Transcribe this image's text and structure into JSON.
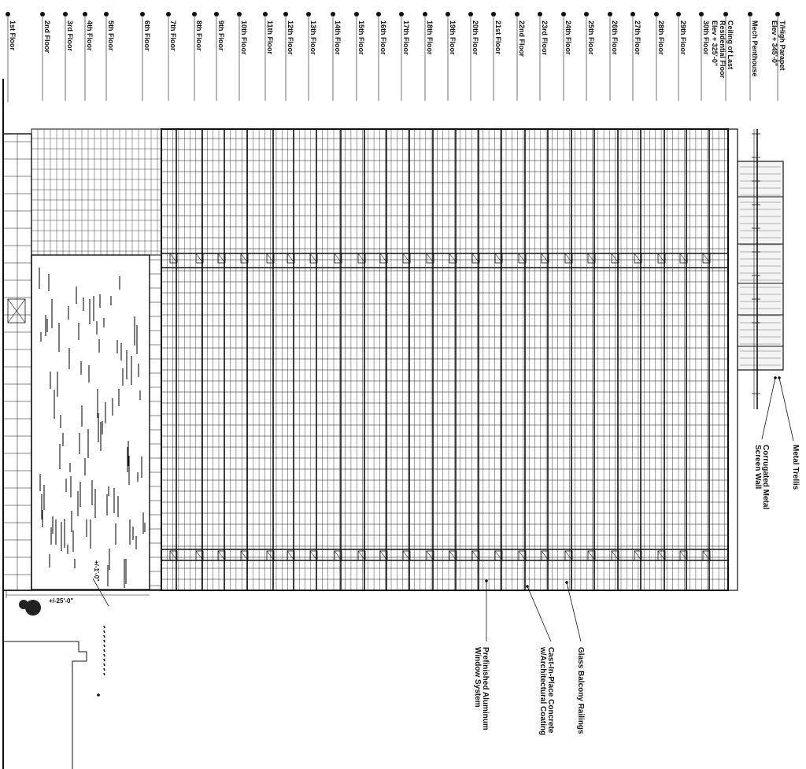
{
  "drawing": {
    "type": "building-elevation",
    "orientation": "rotated-90-clockwise"
  },
  "levels": [
    {
      "label": "1st Floor"
    },
    {
      "label": "2nd Floor"
    },
    {
      "label": "3rd Floor"
    },
    {
      "label": "4th Floor"
    },
    {
      "label": "5th Floor"
    },
    {
      "label": "6th Floor"
    },
    {
      "label": "7th Floor"
    },
    {
      "label": "8th Floor"
    },
    {
      "label": "9th Floor"
    },
    {
      "label": "10th Floor"
    },
    {
      "label": "11th Floor"
    },
    {
      "label": "12th Floor"
    },
    {
      "label": "13th Floor"
    },
    {
      "label": "14th Floor"
    },
    {
      "label": "15th Floor"
    },
    {
      "label": "16th Floor"
    },
    {
      "label": "17th Floor"
    },
    {
      "label": "18th Floor"
    },
    {
      "label": "19th Floor"
    },
    {
      "label": "20th Floor"
    },
    {
      "label": "21st Floor"
    },
    {
      "label": "22nd Floor"
    },
    {
      "label": "23rd Floor"
    },
    {
      "label": "24th Floor"
    },
    {
      "label": "25th Floor"
    },
    {
      "label": "26th Floor"
    },
    {
      "label": "27th Floor"
    },
    {
      "label": "28th Floor"
    },
    {
      "label": "29th Floor"
    },
    {
      "label": "30th Floor"
    },
    {
      "lines": [
        "Ceiling of Last",
        "Residential Floor",
        "Elev + 325'-0\""
      ]
    },
    {
      "label": "Mech Penthouse"
    },
    {
      "lines": [
        "T/High Parapet",
        "Elev + 345'-0\""
      ]
    }
  ],
  "callouts": [
    {
      "key": "trellis",
      "lines": [
        "Metal Trellis"
      ]
    },
    {
      "key": "screen",
      "lines": [
        "Corrugated Metal",
        "Screen Wall"
      ]
    },
    {
      "key": "balcony",
      "lines": [
        "Glass Balcony Railings"
      ]
    },
    {
      "key": "concrete",
      "lines": [
        "Cast-In-Place Concrete",
        "w/Architectural Coating"
      ]
    },
    {
      "key": "window",
      "lines": [
        "Prefinished Aluminum",
        "Window System"
      ]
    }
  ],
  "dimensions": {
    "podium_height": "+/-25'-0\"",
    "podium_small": "+/-1'-0\""
  }
}
